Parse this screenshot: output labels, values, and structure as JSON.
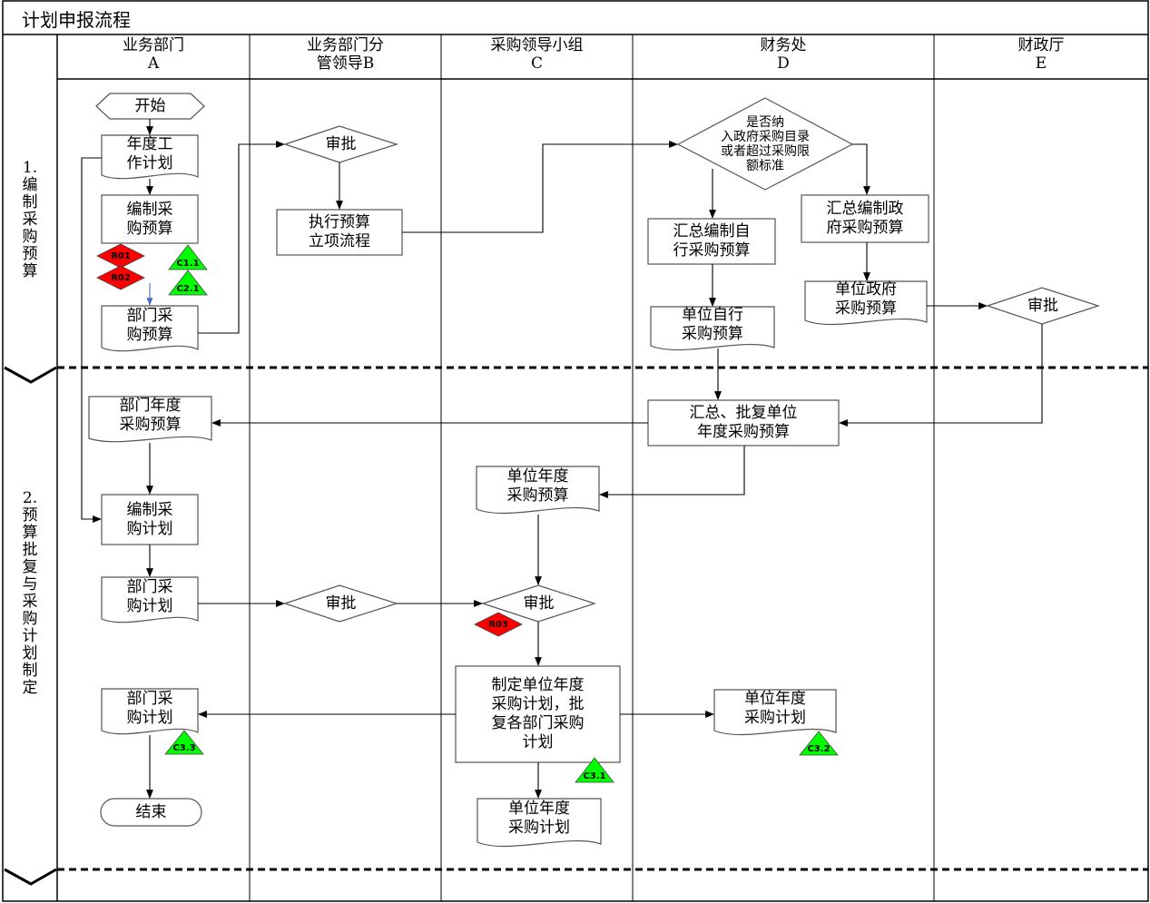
{
  "title": "计划申报流程",
  "lanes": {
    "a": {
      "name": "业务部门",
      "code": "A"
    },
    "b": {
      "name": "业务部门分\n管领导B"
    },
    "c": {
      "name": "采购领导小组",
      "code": "C"
    },
    "d": {
      "name": "财务处",
      "code": "D"
    },
    "e": {
      "name": "财政厅",
      "code": "E"
    }
  },
  "phases": {
    "p1": "1.\n编\n制\n采\n购\n预\n算",
    "p2": "2.\n预\n算\n批\n复\n与\n采\n购\n计\n划\n制\n定"
  },
  "nodes": {
    "start": "开始",
    "annual_plan": "年度工\n作计划",
    "compile_budget_a": "编制采\n购预算",
    "dept_budget": "部门采\n购预算",
    "approve_b1": "审批",
    "exec_budget": "执行预算\n立项流程",
    "decision": "是否纳\n入政府采购目录\n或者超过采购限\n额标准",
    "summary_self": "汇总编制自\n行采购预算",
    "summary_gov": "汇总编制政\n府采购预算",
    "unit_self_budget": "单位自行\n采购预算",
    "unit_gov_budget": "单位政府\n采购预算",
    "approve_e": "审批",
    "summary_approve": "汇总、批复单位\n年度采购预算",
    "dept_annual_budget": "部门年度\n采购预算",
    "unit_annual_budget_c": "单位年度\n采购预算",
    "compile_plan_a": "编制采\n购计划",
    "dept_plan": "部门采\n购计划",
    "approve_b2": "审批",
    "approve_c": "审批",
    "make_plan": "制定单位年度\n采购计划，批\n复各部门采购\n计划",
    "dept_plan_final": "部门采\n购计划",
    "unit_plan_d": "单位年度\n采购计划",
    "end": "结束",
    "unit_plan_c": "单位年度\n采购计划"
  },
  "risks": {
    "r01": "R01",
    "r02": "R02",
    "r03": "R03"
  },
  "controls": {
    "c11": "C1.1",
    "c21": "C2.1",
    "c31": "C3.1",
    "c32": "C3.2",
    "c33": "C3.3"
  },
  "colors": {
    "risk": "#ff0000",
    "control": "#00ff00",
    "line": "#000000",
    "accent_arrow": "#4a6fbd"
  }
}
